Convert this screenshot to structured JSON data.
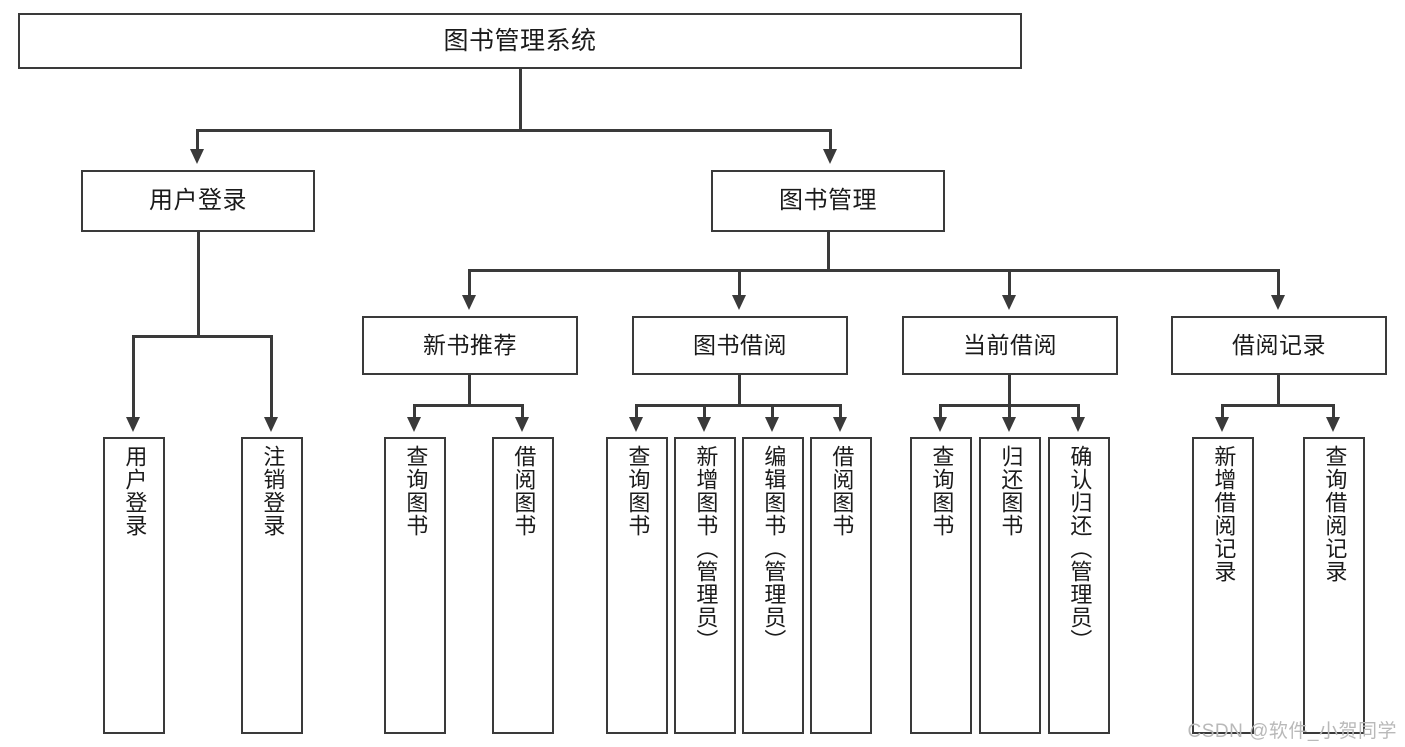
{
  "diagram": {
    "title": "图书管理系统",
    "type": "tree-hierarchy",
    "root": {
      "label": "图书管理系统"
    },
    "level2": [
      {
        "label": "用户登录"
      },
      {
        "label": "图书管理"
      }
    ],
    "level3": [
      {
        "label": "新书推荐"
      },
      {
        "label": "图书借阅"
      },
      {
        "label": "当前借阅"
      },
      {
        "label": "借阅记录"
      }
    ],
    "leaves": {
      "user_login": [
        {
          "label": "用户登录"
        },
        {
          "label": "注销登录"
        }
      ],
      "new_book_recommend": [
        {
          "label": "查询图书"
        },
        {
          "label": "借阅图书"
        }
      ],
      "book_borrow": [
        {
          "label": "查询图书"
        },
        {
          "label": "新增图书（管理员）"
        },
        {
          "label": "编辑图书（管理员）"
        },
        {
          "label": "借阅图书"
        }
      ],
      "current_borrow": [
        {
          "label": "查询图书"
        },
        {
          "label": "归还图书"
        },
        {
          "label": "确认归还（管理员）"
        }
      ],
      "borrow_record": [
        {
          "label": "新增借阅记录"
        },
        {
          "label": "查询借阅记录"
        }
      ]
    }
  },
  "watermark": {
    "text": "CSDN @软件_小贺同学"
  },
  "colors": {
    "stroke": "#3a3a3a",
    "box_fill": "#ffffff",
    "text": "#1b1b1b",
    "watermark": "#b9b9b9",
    "background": "#ffffff"
  }
}
